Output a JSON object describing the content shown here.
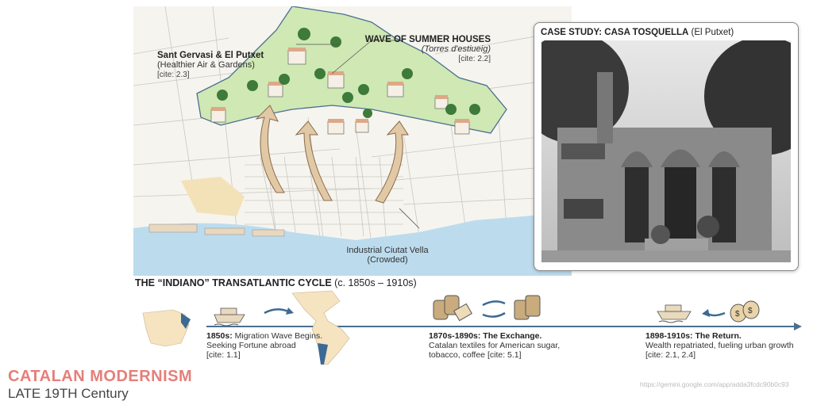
{
  "map": {
    "label_sant_gervasi": {
      "title": "Sant Gervasi & El Putxet",
      "subtitle": "(Healthier Air & Gardens)",
      "cite": "[cite: 2.3]"
    },
    "label_summer_houses": {
      "title": "WAVE OF SUMMER HOUSES",
      "subtitle": "(Torres d'estiueig)",
      "cite": "[cite: 2.2]"
    },
    "label_ciutat_vella": {
      "title": "Industrial Ciutat Vella",
      "subtitle": "(Crowded)"
    },
    "colors": {
      "hills": "#cfe8b4",
      "sea": "#bcdcee",
      "arrow": "#e2c9a6",
      "ground": "#f6f4ef"
    }
  },
  "case_study": {
    "title_bold": "CASE STUDY: CASA TOSQUELLA",
    "title_rest": " (El Putxet)"
  },
  "timeline": {
    "title_bold": "THE “INDIANO” TRANSATLANTIC CYCLE",
    "title_rest": " (c. 1850s – 1910s)",
    "events": [
      {
        "date": "1850s:",
        "heading": " Migration Wave Begins.",
        "body": "Seeking Fortune abroad",
        "cite": "[cite: 1.1]"
      },
      {
        "date": "1870s-1890s: The Exchange.",
        "heading": "",
        "body": "Catalan textiles for American sugar,",
        "body2": "tobacco, coffee [cite: 5.1]"
      },
      {
        "date": "1898-1910s: The Return.",
        "heading": "",
        "body": "Wealth repatriated, fueling urban growth",
        "cite": "[cite: 2.1, 2.4]"
      }
    ],
    "colors": {
      "line": "#4a6f91",
      "land": "#f6e3c0"
    }
  },
  "footer": {
    "title": "CATALAN MODERNISM",
    "subtitle": "LATE 19TH Century",
    "url": "https://gemini.google.com/app/adda3fcdc90b0c93"
  }
}
